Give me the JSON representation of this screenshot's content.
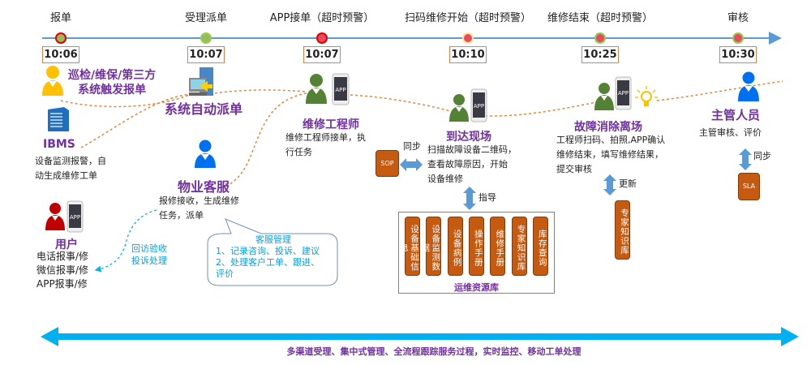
{
  "timeline": {
    "stages": [
      {
        "label": "报单",
        "time": "10:06",
        "ring": "#e00000",
        "dot": "#9bbb59"
      },
      {
        "label": "受理派单",
        "time": "10:07",
        "ring": "#92d050",
        "dot": "#9bbb59"
      },
      {
        "label": "APP接单（超时预警）",
        "time": "10:07",
        "ring": "#e00000",
        "dot": "#e84a5f"
      },
      {
        "label": "扫码维修开始（超时预警）",
        "time": "10:10",
        "ring": "#ffe699",
        "dot": "#e84a5f"
      },
      {
        "label": "维修结束（超时预警）",
        "time": "10:25",
        "ring": "#92d050",
        "dot": "#e84a5f"
      },
      {
        "label": "审核",
        "time": "10:30",
        "ring": "#92d050",
        "dot": "#e84a5f"
      }
    ],
    "line_color": "#5b9bd5"
  },
  "actors": {
    "patrol": {
      "title_line1": "巡检/维保/第三方",
      "title_line2": "系统触发报单",
      "icon": "person-icon",
      "color": "#ffc000"
    },
    "ibms": {
      "title": "IBMS",
      "desc_line1": "设备监测报警，自",
      "desc_line2": "动生成维修工单",
      "icon": "server-icon"
    },
    "auto_dispatch": {
      "title": "系统自动派单",
      "icon": "computer-icon"
    },
    "service": {
      "title": "物业客服",
      "desc_line1": "报修接收，生成维修",
      "desc_line2": "任务，派单",
      "icon": "person-icon",
      "color": "#0070f0"
    },
    "engineer": {
      "title": "维修工程师",
      "desc_line1": "维修工程师接单，执",
      "desc_line2": "行任务",
      "phone_label": "APP",
      "color": "#548235"
    },
    "arrive": {
      "title": "到达现场",
      "desc_line1": "扫描故障设备二维码，",
      "desc_line2": "查看故障原因，开始",
      "desc_line3": "设备维修",
      "phone_label": "APP",
      "sync_label": "同步",
      "sop_label": "SOP",
      "guide_label": "指导"
    },
    "finish": {
      "title": "故障消除离场",
      "desc_line1": "工程师扫码、拍照,APP确认",
      "desc_line2": "维修结束，填写维修结果，",
      "desc_line3": "提交审核",
      "phone_label": "APP",
      "update_label": "更新",
      "kb_label": "专家知识库"
    },
    "supervisor": {
      "title": "主管人员",
      "desc": "主管审核、评价",
      "sync_label": "同步",
      "sla_label": "SLA",
      "color": "#0070f0"
    },
    "user": {
      "title": "用户",
      "lines": [
        "电话报事/修",
        "微信报事/修",
        "APP报事/修"
      ],
      "phone_label": "APP",
      "color": "#c00000"
    }
  },
  "followup": {
    "line1": "回访验收",
    "line2": "投诉处理"
  },
  "callout": {
    "title": "客服管理",
    "line1": "1、记录咨询、投诉、建议",
    "line2": "2、处理客户工单、跟进、",
    "line3": "评价"
  },
  "resource_library": {
    "title": "运维资源库",
    "items": [
      "设备基础信息",
      "设备监测数据",
      "设备病例",
      "操作手册",
      "维修手册",
      "专家知识库",
      "库存查询"
    ]
  },
  "footer": {
    "text": "多渠道受理、集中式管理、全流程跟踪服务过程，实时监控、移动工单处理"
  },
  "colors": {
    "accent_purple": "#7030a0",
    "orange": "#c55a11",
    "cyan": "#00b0f0",
    "callout_text": "#00a0e9"
  }
}
